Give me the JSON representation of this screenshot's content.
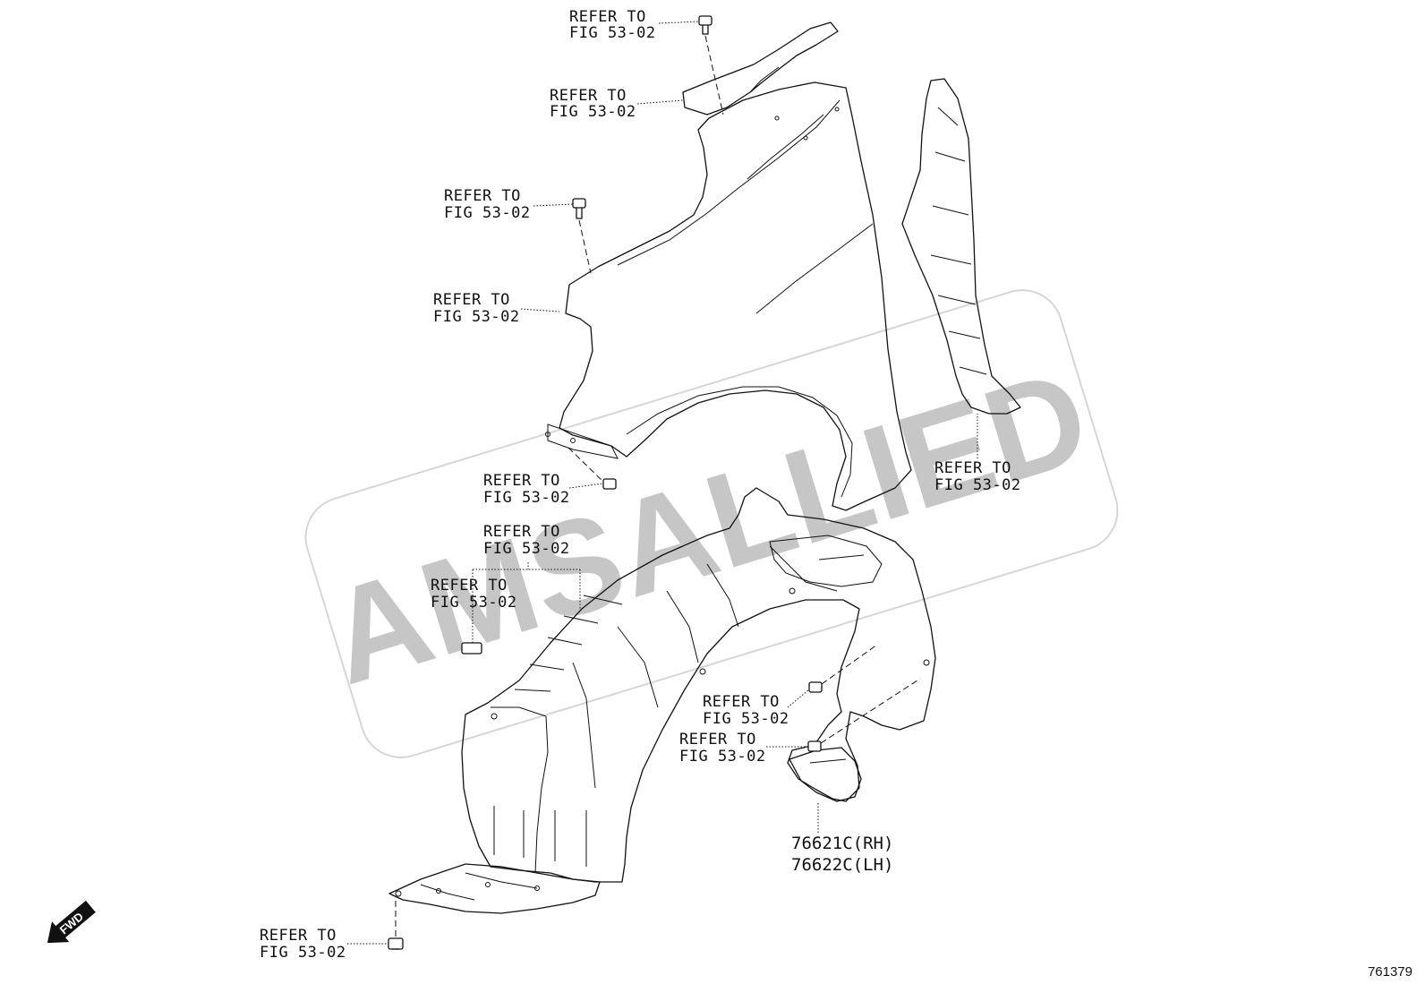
{
  "watermark": "AMSALLIED",
  "figure_id": "761379",
  "fwd_label": "FWD",
  "callouts": [
    {
      "line1": "REFER TO",
      "line2": "FIG 53-02"
    },
    {
      "line1": "REFER TO",
      "line2": "FIG 53-02"
    },
    {
      "line1": "REFER TO",
      "line2": "FIG 53-02"
    },
    {
      "line1": "REFER TO",
      "line2": "FIG 53-02"
    },
    {
      "line1": "REFER TO",
      "line2": "FIG 53-02"
    },
    {
      "line1": "REFER TO",
      "line2": "FIG 53-02"
    },
    {
      "line1": "REFER TO",
      "line2": "FIG 53-02"
    },
    {
      "line1": "REFER TO",
      "line2": "FIG 53-02"
    },
    {
      "line1": "REFER TO",
      "line2": "FIG 53-02"
    },
    {
      "line1": "REFER TO",
      "line2": "FIG 53-02"
    },
    {
      "line1": "REFER TO",
      "line2": "FIG 53-02"
    }
  ],
  "part_numbers": [
    "76621C(RH)",
    "76622C(LH)"
  ]
}
